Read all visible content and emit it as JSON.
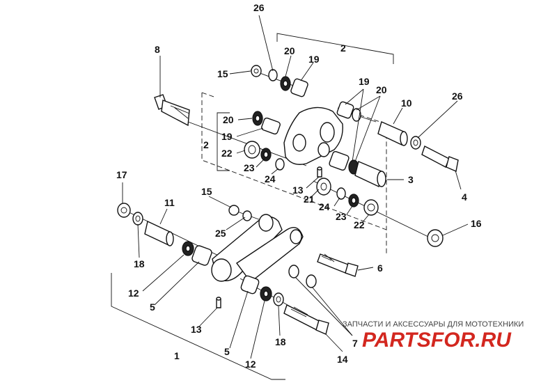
{
  "callouts": [
    {
      "id": "c26a",
      "text": "26"
    },
    {
      "id": "c20a",
      "text": "20"
    },
    {
      "id": "c19a",
      "text": "19"
    },
    {
      "id": "c15a",
      "text": "15"
    },
    {
      "id": "c2a",
      "text": "2"
    },
    {
      "id": "c8",
      "text": "8"
    },
    {
      "id": "c19b",
      "text": "19"
    },
    {
      "id": "c20b",
      "text": "20"
    },
    {
      "id": "c10",
      "text": "10"
    },
    {
      "id": "c26b",
      "text": "26"
    },
    {
      "id": "c20c",
      "text": "20"
    },
    {
      "id": "c19c",
      "text": "19"
    },
    {
      "id": "c2b",
      "text": "2"
    },
    {
      "id": "c22a",
      "text": "22"
    },
    {
      "id": "c23a",
      "text": "23"
    },
    {
      "id": "c24a",
      "text": "24"
    },
    {
      "id": "c3",
      "text": "3"
    },
    {
      "id": "c4",
      "text": "4"
    },
    {
      "id": "c13a",
      "text": "13"
    },
    {
      "id": "c21",
      "text": "21"
    },
    {
      "id": "c24b",
      "text": "24"
    },
    {
      "id": "c23b",
      "text": "23"
    },
    {
      "id": "c22b",
      "text": "22"
    },
    {
      "id": "c17",
      "text": "17"
    },
    {
      "id": "c11",
      "text": "11"
    },
    {
      "id": "c15b",
      "text": "15"
    },
    {
      "id": "c25",
      "text": "25"
    },
    {
      "id": "c16",
      "text": "16"
    },
    {
      "id": "c18a",
      "text": "18"
    },
    {
      "id": "c6",
      "text": "6"
    },
    {
      "id": "c12a",
      "text": "12"
    },
    {
      "id": "c5a",
      "text": "5"
    },
    {
      "id": "c13b",
      "text": "13"
    },
    {
      "id": "c5b",
      "text": "5"
    },
    {
      "id": "c18b",
      "text": "18"
    },
    {
      "id": "c7",
      "text": "7"
    },
    {
      "id": "c1",
      "text": "1"
    },
    {
      "id": "c12b",
      "text": "12"
    },
    {
      "id": "c14",
      "text": "14"
    }
  ],
  "watermark": {
    "caption": "ЗАПЧАСТИ И АКСЕССУАРЫ ДЛЯ МОТОТЕХНИКИ",
    "logo": "PARTSFOR.RU"
  },
  "colors": {
    "line": "#111111",
    "logo": "#d3271f"
  }
}
